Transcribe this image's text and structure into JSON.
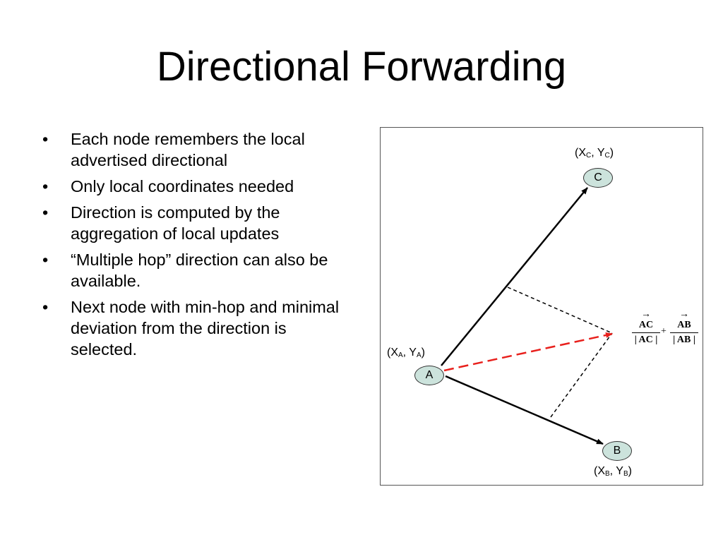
{
  "title": "Directional Forwarding",
  "bullets": [
    "Each node remembers the local advertised directional",
    "Only local coordinates needed",
    "Direction is computed by the aggregation of local updates",
    "“Multiple hop” direction can also be available.",
    "Next node with min-hop and minimal deviation from the direction is selected."
  ],
  "bullet_marker": "•",
  "diagram": {
    "nodes": {
      "a": "A",
      "b": "B",
      "c": "C"
    },
    "coords": {
      "a": {
        "open": "(X",
        "x_sub": "A",
        "mid": ", Y",
        "y_sub": "A",
        "close": ")"
      },
      "b": {
        "open": "(X",
        "x_sub": "B",
        "mid": ", Y",
        "y_sub": "B",
        "close": ")"
      },
      "c": {
        "open": "(X",
        "x_sub": "C",
        "mid": ", Y",
        "y_sub": "C",
        "close": ")"
      }
    },
    "formula": {
      "arrow": "→",
      "term1_num": "AC",
      "term1_den": "| AC |",
      "plus": "+",
      "term2_num": "AB",
      "term2_den": "| AB |"
    },
    "colors": {
      "node_fill": "#cce3dc",
      "solid_arrow": "#000000",
      "resultant_arrow": "#e8201c",
      "dashed_line": "#000000"
    }
  }
}
